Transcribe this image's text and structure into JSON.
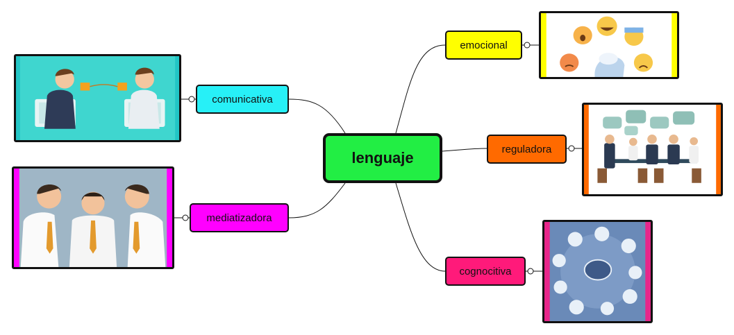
{
  "central": {
    "label": "lenguaje",
    "color": "#22ee44"
  },
  "nodes": {
    "comunicativa": {
      "label": "comunicativa",
      "color": "#27f0f7",
      "image": "two-businessmen-tin-can-phone-illustration"
    },
    "mediatizadora": {
      "label": "mediatizadora",
      "color": "#ff00ff",
      "image": "mediator-between-two-businessmen-illustration"
    },
    "emocional": {
      "label": "emocional",
      "color": "#ffff00",
      "image": "emoji-faces-around-head-illustration"
    },
    "reguladora": {
      "label": "reguladora",
      "color": "#ff6a00",
      "image": "business-meeting-speech-bubbles-illustration"
    },
    "cognocitiva": {
      "label": "cognocitiva",
      "color": "#ff1a7a",
      "image": "brain-with-learning-icons-illustration"
    }
  }
}
